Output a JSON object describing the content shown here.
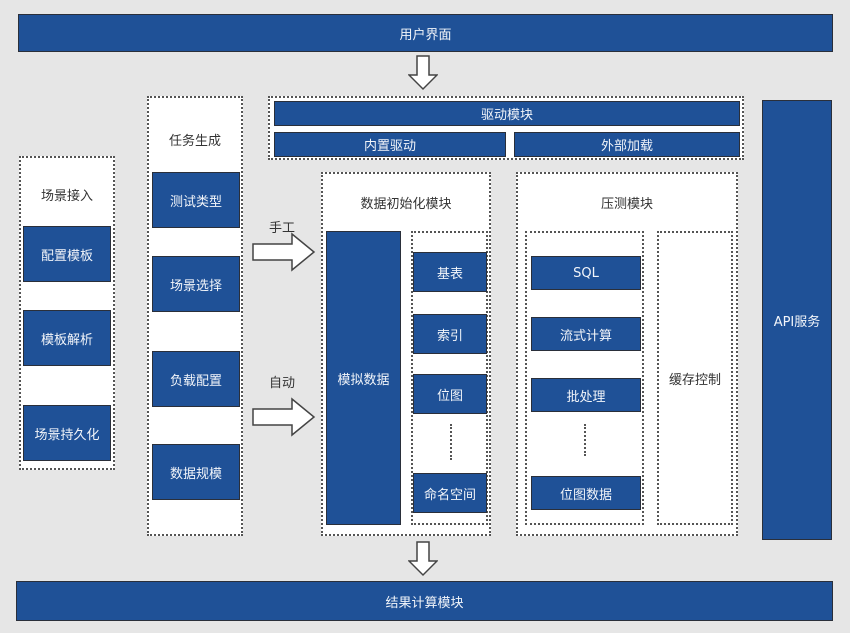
{
  "top_bar": {
    "label": "用户界面"
  },
  "bottom_bar": {
    "label": "结果计算模块"
  },
  "api": {
    "label": "API服务"
  },
  "driver_module": {
    "title": "驱动模块",
    "items": [
      "内置驱动",
      "外部加载"
    ]
  },
  "scene_access": {
    "title": "场景接入",
    "items": [
      "配置模板",
      "模板解析",
      "场景持久化"
    ]
  },
  "task_generation": {
    "title": "任务生成",
    "items": [
      "测试类型",
      "场景选择",
      "负载配置",
      "数据规模"
    ]
  },
  "arrows": {
    "manual": "手工",
    "auto": "自动"
  },
  "data_init": {
    "title": "数据初始化模块",
    "mock_data": "模拟数据",
    "items": [
      "基表",
      "索引",
      "位图",
      "命名空间"
    ]
  },
  "stress_test": {
    "title": "压测模块",
    "items": [
      "SQL",
      "流式计算",
      "批处理",
      "位图数据"
    ],
    "cache": "缓存控制"
  },
  "colors": {
    "block_blue": "#1f5197",
    "background": "#e6e6e6"
  }
}
